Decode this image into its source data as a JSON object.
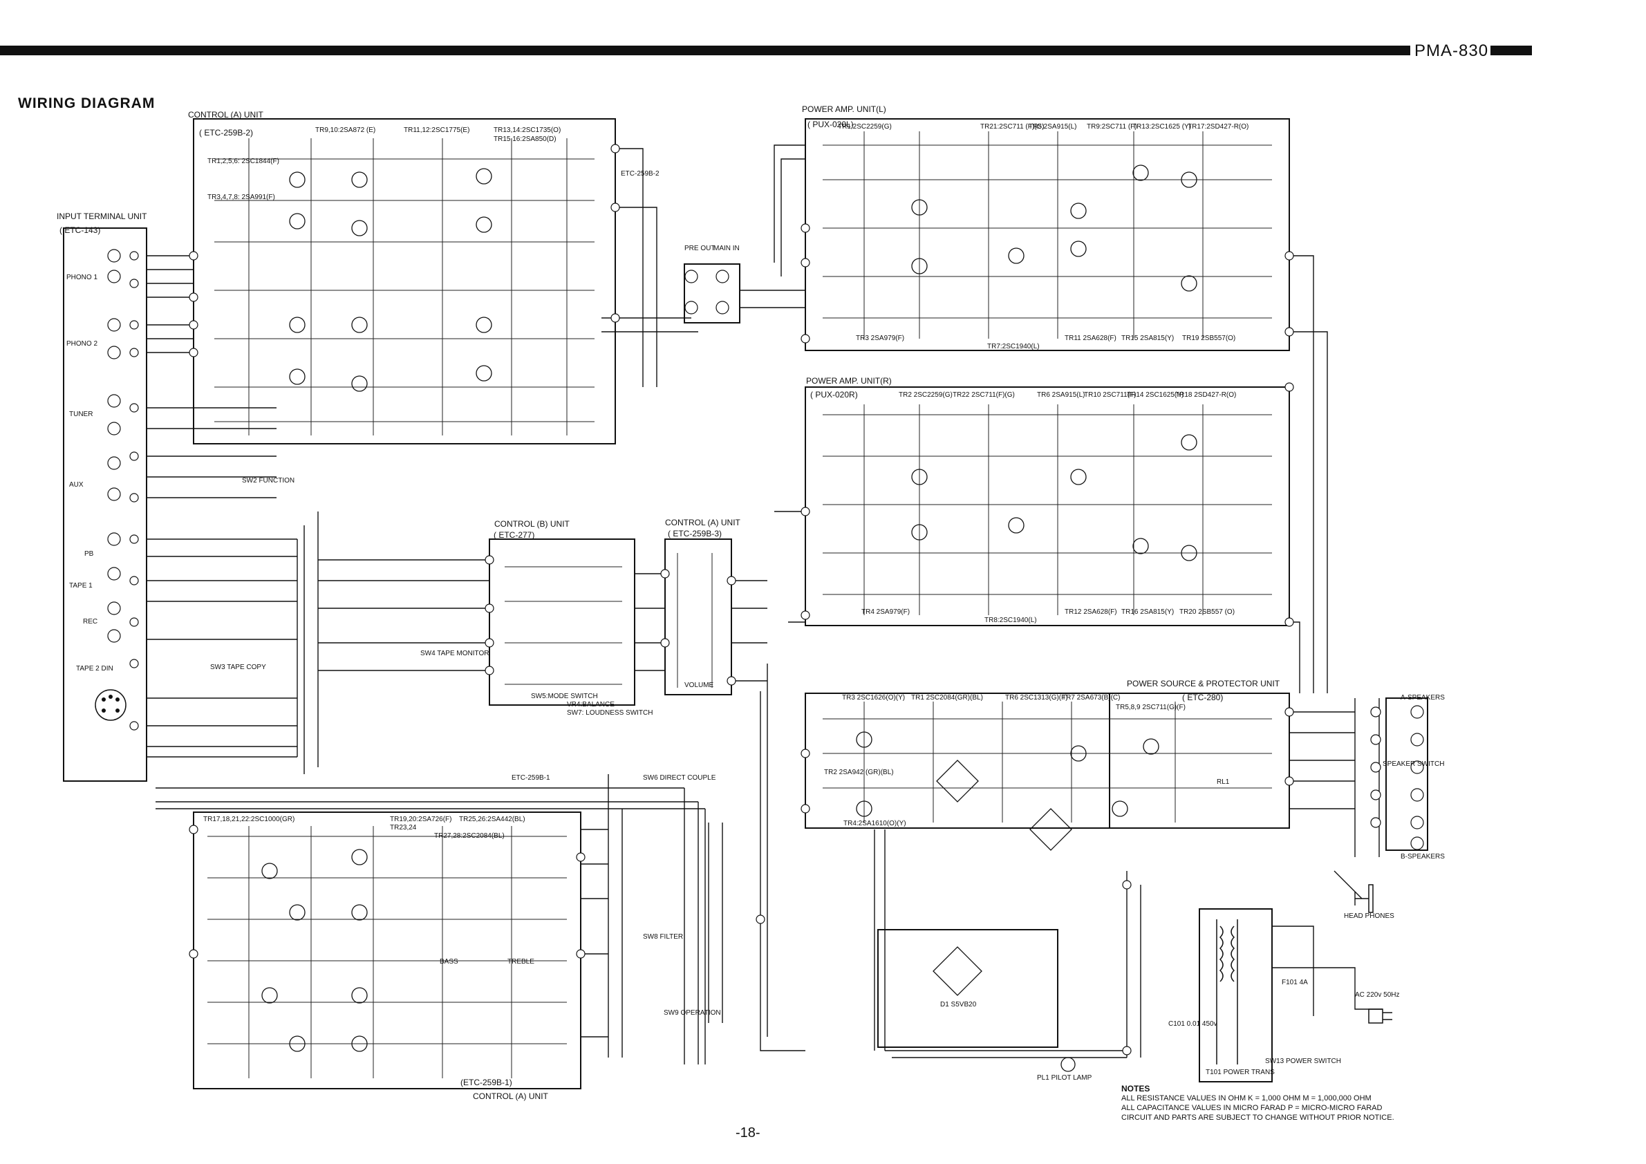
{
  "header": {
    "model": "PMA-830",
    "title": "WIRING DIAGRAM",
    "page_number": "-18-"
  },
  "units": {
    "control_a_top": {
      "name": "CONTROL (A) UNIT",
      "code": "( ETC-259B-2)"
    },
    "input_terminal": {
      "name": "INPUT TERMINAL UNIT",
      "code": "( ETC-143)"
    },
    "control_b": {
      "name": "CONTROL (B) UNIT",
      "code": "( ETC-277)"
    },
    "control_a_mid": {
      "name": "CONTROL (A) UNIT",
      "code": "( ETC-259B-3)"
    },
    "control_a_bottom": {
      "name": "CONTROL (A) UNIT",
      "code": "(ETC-259B-1)"
    },
    "power_amp_l": {
      "name": "POWER AMP. UNIT(L)",
      "code": "( PUX-020L)"
    },
    "power_amp_r": {
      "name": "POWER AMP. UNIT(R)",
      "code": "( PUX-020R)"
    },
    "power_source": {
      "name": "POWER SOURCE & PROTECTOR UNIT",
      "code": "( ETC-280)"
    }
  },
  "transistor_labels": {
    "ctl_a_top": [
      "TR9,10:2SA872 (E)",
      "TR11,12:2SC1775(E)",
      "TR13,14:2SC1735(O)",
      "TR15,16:2SA850(D)",
      "TR1,2,5,6: 2SC1844(F)",
      "TR3,4,7,8: 2SA991(F)"
    ],
    "pwr_l_top": [
      "TR1:2SC2259(G)",
      "TR21:2SC711 (F)(G)",
      "TR5:2SA915(L)",
      "TR9:2SC711 (F)",
      "TR13:2SC1625 (Y)",
      "TR17:2SD427-R(O)"
    ],
    "pwr_l_bottom": [
      "TR3 2SA979(F)",
      "TR7:2SC1940(L)",
      "TR11 2SA628(F)",
      "TR15 2SA815(Y)",
      "TR19 2SB557(O)"
    ],
    "pwr_r_top": [
      "TR2 2SC2259(G)",
      "TR22 2SC711(F)(G)",
      "TR6 2SA915(L)",
      "TR10 2SC711(F)",
      "TR14 2SC1625(Y)",
      "TR18 2SD427-R(O)"
    ],
    "pwr_r_bottom": [
      "TR4 2SA979(F)",
      "TR8:2SC1940(L)",
      "TR12 2SA628(F)",
      "TR16 2SA815(Y)",
      "TR20 2SB557 (O)"
    ],
    "psu": [
      "TR3 2SC1626(O)(Y)",
      "TR1 2SC2084(GR)(BL)",
      "TR6 2SC1313(G)(F)",
      "TR7 2SA673(B)(C)",
      "TR5,8,9 2SC711(G)(F)",
      "TR2 2SA942 (GR)(BL)",
      "TR4:2SA1610(O)(Y)"
    ],
    "ctl_a_bottom": [
      "TR17,18,21,22:2SC1000(GR)",
      "TR19,20:2SA726(F)",
      "TR23,24",
      "TR25,26:2SA442(BL)",
      "TR27,28:2SC2084(BL)"
    ]
  },
  "inputs": [
    "PHONO 1",
    "PHONO 2",
    "TUNER",
    "AUX",
    "PB",
    "TAPE 1",
    "REC",
    "TAPE 2 DIN"
  ],
  "switch_labels": {
    "control_b": [
      "SW5:MODE SWITCH",
      "VR4:BALANCE",
      "SW7: LOUDNESS SWITCH"
    ],
    "others": [
      "VOLUME",
      "SW6 DIRECT COUPLE",
      "SW8 FILTER",
      "SW9 OPERATION",
      "SW2 FUNCTION",
      "SW3 TAPE COPY",
      "SW4 TAPE MONITOR",
      "SPEAKER SWITCH",
      "SW13 POWER SWITCH"
    ]
  },
  "labels": {
    "pre_out": "PRE OUT",
    "main_in": "MAIN IN",
    "a_speakers": "A-SPEAKERS",
    "b_speakers": "B-SPEAKERS",
    "head_phones": "HEAD PHONES",
    "ac": "AC 220v 50Hz",
    "power_trans": "T101 POWER TRANS",
    "pilot_lamp": "PL1 PILOT LAMP",
    "bridge": "D1 S5VB20",
    "relay": "RL1",
    "fuse": "F101 4A",
    "bass": "BASS",
    "treble": "TREBLE",
    "cap_c101": "C101 0.01 450v",
    "etc_259b_1": "ETC-259B-1",
    "etc_259b_2": "ETC-259B-2"
  },
  "notes": {
    "title": "NOTES",
    "lines": [
      "ALL RESISTANCE VALUES IN OHM K = 1,000 OHM M = 1,000,000 OHM",
      "ALL CAPACITANCE VALUES IN MICRO FARAD P = MICRO-MICRO FARAD",
      "CIRCUIT AND PARTS ARE SUBJECT TO CHANGE WITHOUT PRIOR NOTICE."
    ]
  }
}
